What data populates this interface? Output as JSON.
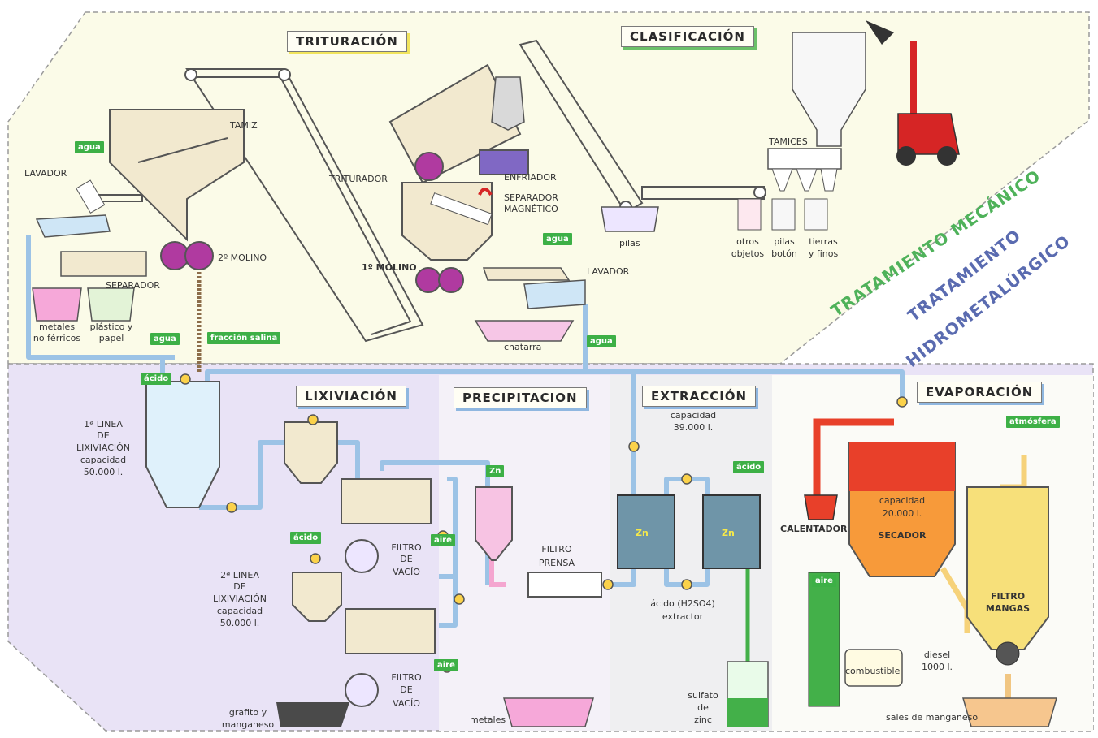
{
  "sections": {
    "trituracion": "TRITURACIÓN",
    "clasificacion": "CLASIFICACIÓN",
    "lixiviacion": "LIXIVIACIÓN",
    "precipitacion": "PRECIPITACION",
    "extraccion": "EXTRACCIÓN",
    "evaporacion": "EVAPORACIÓN"
  },
  "diagonal": {
    "mecanico": "TRATAMIENTO MECÁNICO",
    "hidro_line1": "TRATAMIENTO",
    "hidro_line2": "HIDROMETALÚRGICO"
  },
  "labels": {
    "tamiz": "TAMIZ",
    "lavador_left": "LAVADOR",
    "triturador": "TRITURADOR",
    "enfriador": "ENFRIADOR",
    "separador_mag_1": "SEPARADOR",
    "separador_mag_2": "MAGNÉTICO",
    "molino2": "2º MOLINO",
    "molino1": "1º MOLINO",
    "separador": "SEPARADOR",
    "metales_nf_1": "metales",
    "metales_nf_2": "no férricos",
    "plastico_1": "plástico y",
    "plastico_2": "papel",
    "pilas": "pilas",
    "tamices": "TAMICES",
    "otros_1": "otros",
    "otros_2": "objetos",
    "pilas_boton_1": "pilas",
    "pilas_boton_2": "botón",
    "tierras_1": "tierras",
    "tierras_2": "y finos",
    "lavador_right": "LAVADOR",
    "chatarra": "chatarra",
    "linea1_1": "1ª LINEA",
    "linea1_2": "DE",
    "linea1_3": "LIXIVIACIÓN",
    "linea1_4": "capacidad",
    "linea1_5": "50.000 l.",
    "linea2_1": "2ª LINEA",
    "linea2_2": "DE",
    "linea2_3": "LIXIVIACIÓN",
    "linea2_4": "capacidad",
    "linea2_5": "50.000 l.",
    "filtro_vacio_1": "FILTRO",
    "filtro_vacio_2": "DE",
    "filtro_vacio_3": "VACÍO",
    "filtro_vacio2_1": "FILTRO",
    "filtro_vacio2_2": "DE",
    "filtro_vacio2_3": "VACÍO",
    "filtro_prensa_1": "FILTRO",
    "filtro_prensa_2": "PRENSA",
    "grafito_1": "grafito y",
    "grafito_2": "manganeso",
    "metales": "metales",
    "extr_cap_1": "capacidad",
    "extr_cap_2": "39.000 l.",
    "acido_h2so4_1": "ácido (H2SO4)",
    "acido_h2so4_2": "extractor",
    "sulfato_1": "sulfato",
    "sulfato_2": "de",
    "sulfato_3": "zinc",
    "calentador": "CALENTADOR",
    "secador_cap_1": "capacidad",
    "secador_cap_2": "20.000 l.",
    "secador": "SECADOR",
    "filtro_mangas_1": "FILTRO",
    "filtro_mangas_2": "MANGAS",
    "combustible": "combustible",
    "diesel_1": "diesel",
    "diesel_2": "1000 l.",
    "sales": "sales de manganeso",
    "zn_1": "Zn",
    "zn_2": "Zn"
  },
  "tags": {
    "agua_top": "agua",
    "agua_left": "agua",
    "fraccion_salina": "fracción salina",
    "agua_right": "agua",
    "agua_right2": "agua",
    "acido_1": "ácido",
    "acido_2": "ácido",
    "acido_ext": "ácido",
    "zn_prec": "Zn",
    "aire_1": "aire",
    "aire_2": "aire",
    "aire_calentador": "aire",
    "atmosfera": "atmósfera"
  },
  "colors": {
    "top_bg": "#fbfbe8",
    "bottom_bg": "#e9e3f6",
    "precip_bg": "#f4f1f8",
    "extract_bg": "#efeff1",
    "evap_bg": "#fbfbf7",
    "pipe": "#9cc3e6",
    "mill": "#b03aa0",
    "tank": "#f2e9cf",
    "mecanico": "#4fb25a",
    "hidro": "#5a6bb0",
    "fire": "#e8402a",
    "green_pipe": "#43b049",
    "forklift": "#d62525"
  }
}
